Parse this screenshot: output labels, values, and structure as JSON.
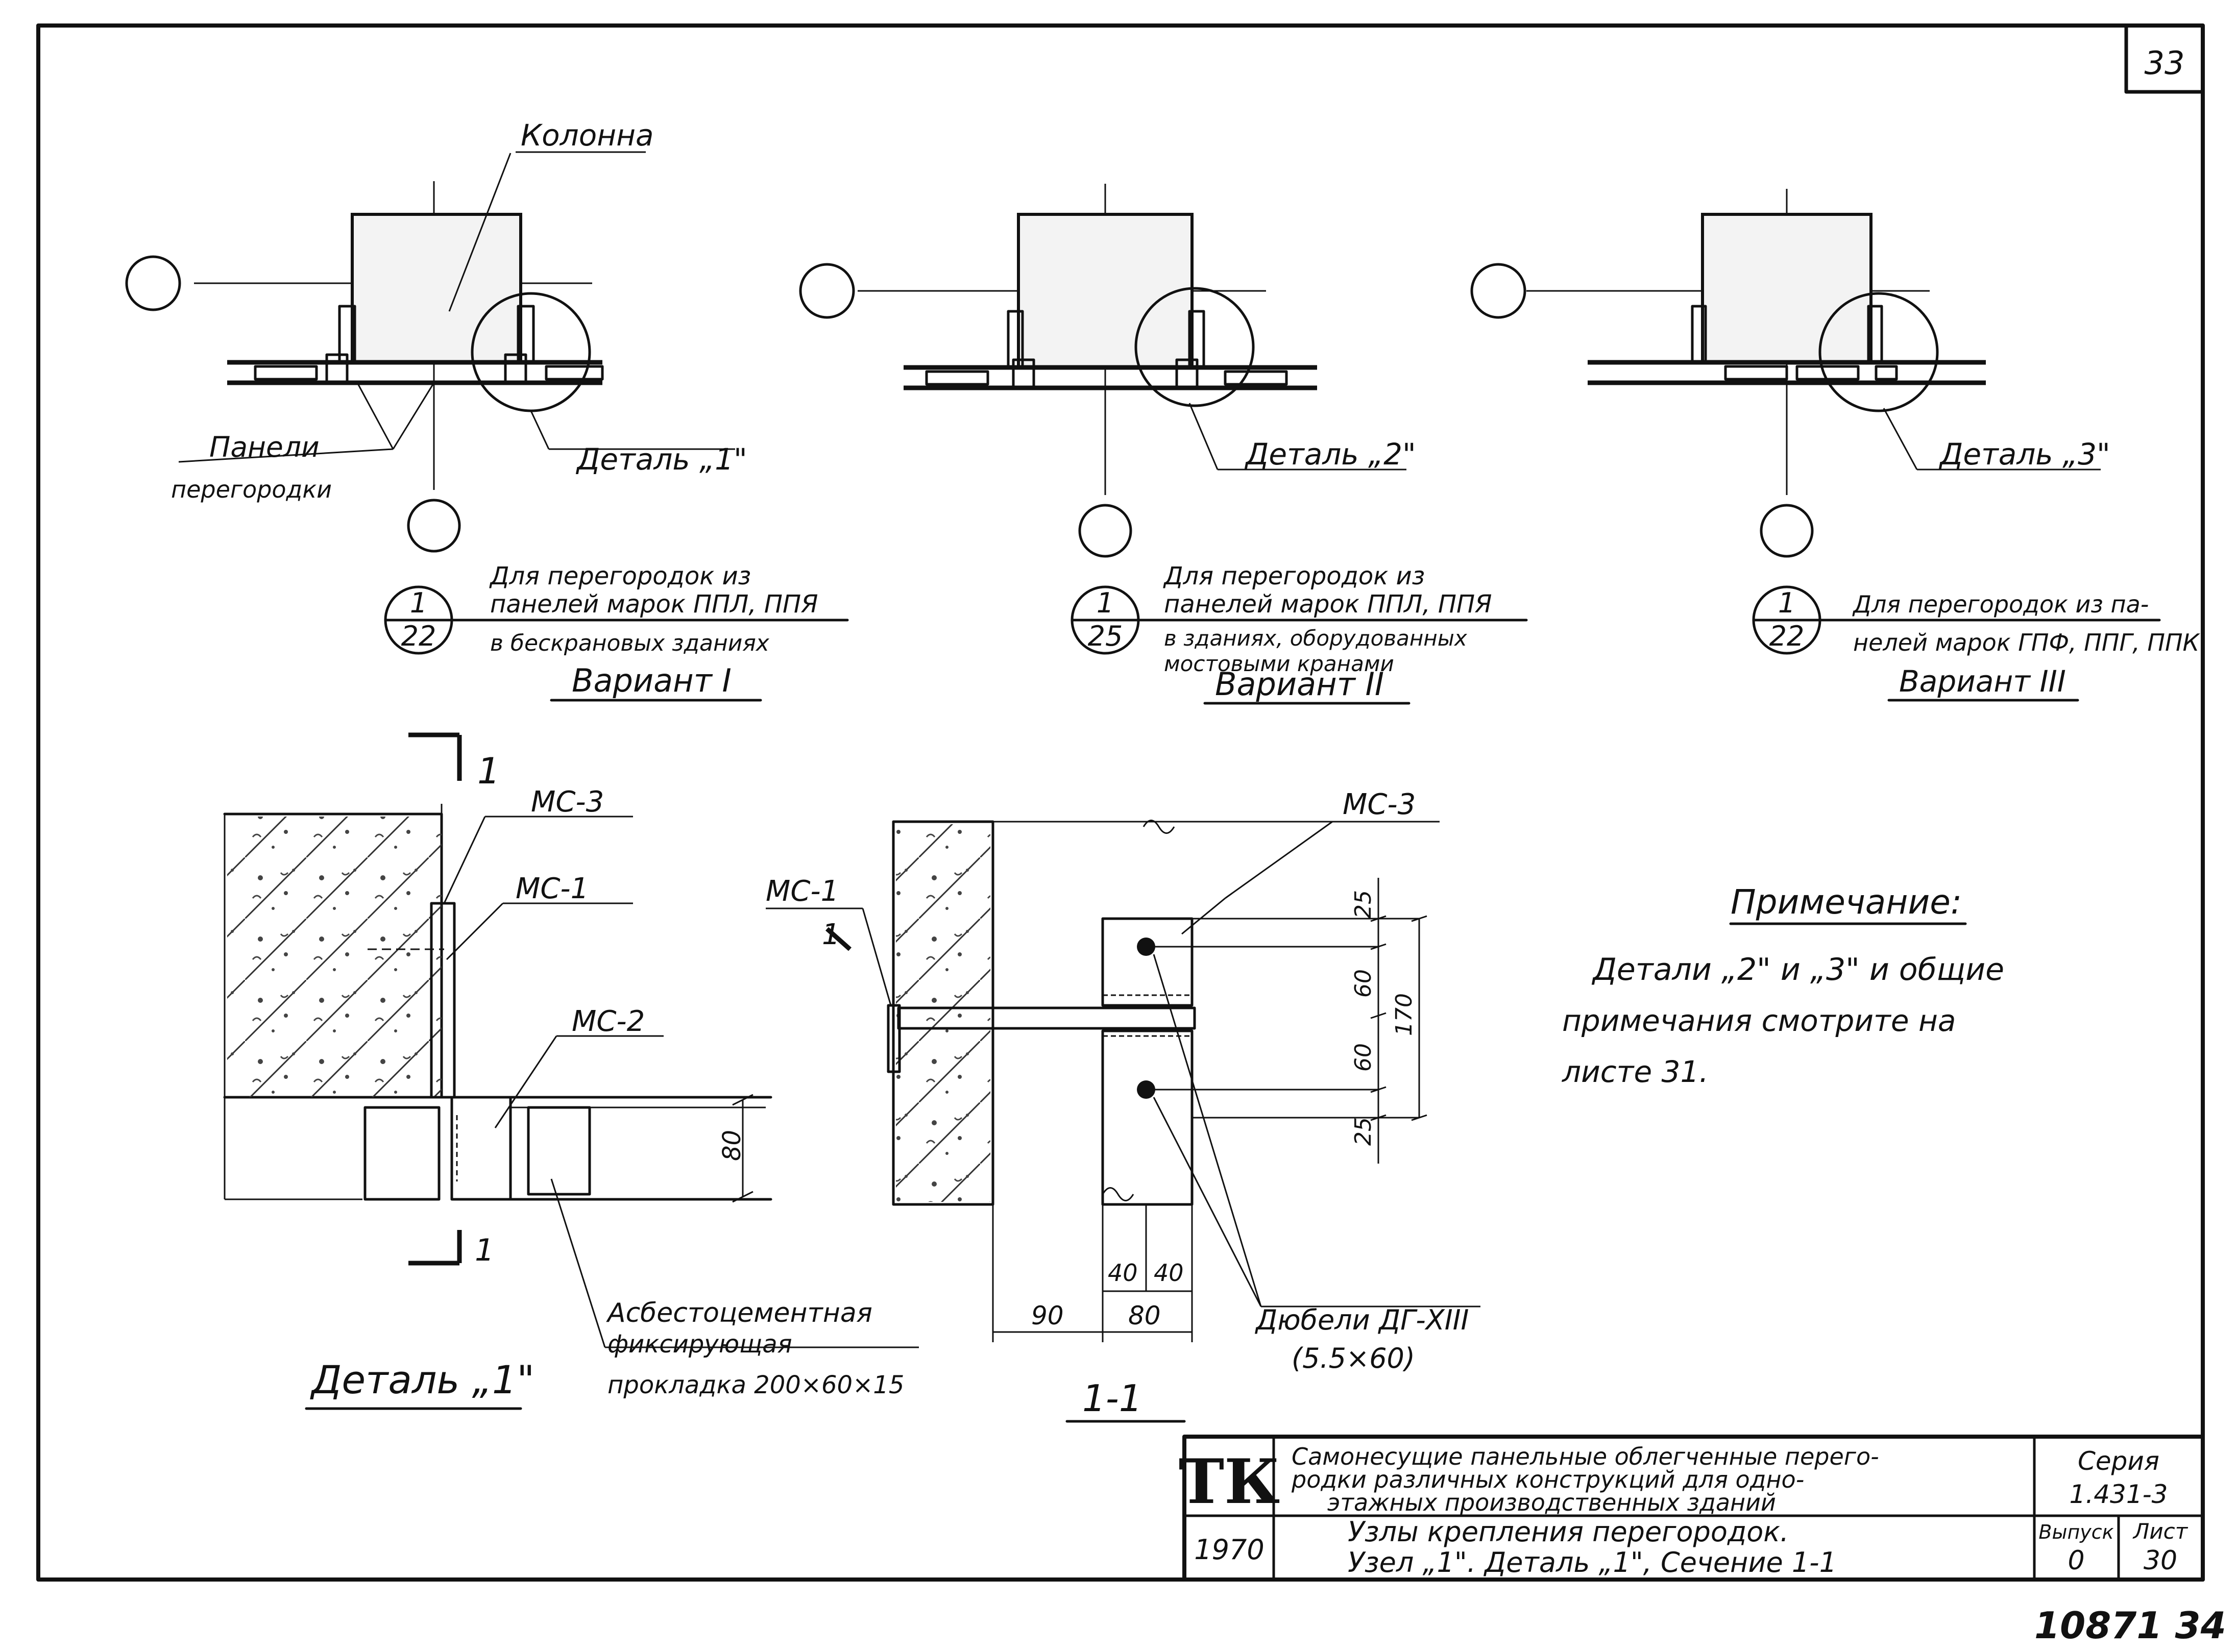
{
  "sheet": {
    "corner_number": "33",
    "stamp": "10871 34"
  },
  "top_labels": {
    "column": "Колонна",
    "panels_line1": "Панели",
    "panels_line2": "перегородки",
    "detail1": "Деталь „1\"",
    "detail2": "Деталь „2\"",
    "detail3": "Деталь „3\""
  },
  "variants": [
    {
      "ref_top": "1",
      "ref_bottom": "22",
      "line1": "Для перегородок из",
      "line2": "панелей марок ППЛ, ППЯ",
      "line3": "в бескрановых зданиях",
      "line4": "",
      "name": "Вариант I"
    },
    {
      "ref_top": "1",
      "ref_bottom": "25",
      "line1": "Для перегородок из",
      "line2": "панелей марок ППЛ, ППЯ",
      "line3": "в зданиях, оборудованных",
      "line4": "мостовыми кранами",
      "name": "Вариант II"
    },
    {
      "ref_top": "1",
      "ref_bottom": "22",
      "line1": "Для перегородок из па-",
      "line2": "нелей марок ГПФ, ППГ, ППК",
      "line3": "",
      "line4": "",
      "name": "Вариант III"
    }
  ],
  "detail1": {
    "section_mark_top": "1",
    "section_mark_bottom": "1",
    "mc3": "МС-3",
    "mc1": "МС-1",
    "mc2": "МС-2",
    "dim": "80",
    "gasket_line1": "Асбестоцементная",
    "gasket_line2": "фиксирующая",
    "gasket_line3": "прокладка 200×60×15",
    "title": "Деталь „1\""
  },
  "section11": {
    "mc1": "МС-1",
    "mc3": "МС-3",
    "section_mark": "1",
    "dims_v": [
      "25",
      "60",
      "60",
      "25"
    ],
    "dim_total": "170",
    "dims_h_small": [
      "40",
      "40"
    ],
    "dims_h": [
      "90",
      "80"
    ],
    "dowels_line1": "Дюбели ДГ-XIII",
    "dowels_line2": "(5.5×60)",
    "title": "1-1"
  },
  "note": {
    "heading": "Примечание:",
    "line1": "Детали „2\" и „3\" и общие",
    "line2": "примечания смотрите на",
    "line3": "листе 31."
  },
  "title_block": {
    "logo": "ТК",
    "title_line1": "Самонесущие панельные облегченные перего-",
    "title_line2": "родки различных конструкций для одно-",
    "title_line3": "этажных производственных зданий",
    "series_label": "Серия",
    "series_value": "1.431-3",
    "year": "1970",
    "sub_line1": "Узлы крепления перегородок.",
    "sub_line2": "Узел „1\". Деталь „1\", Сечение 1-1",
    "issue_label": "Выпуск",
    "issue_value": "0",
    "sheet_label": "Лист",
    "sheet_value": "30"
  }
}
